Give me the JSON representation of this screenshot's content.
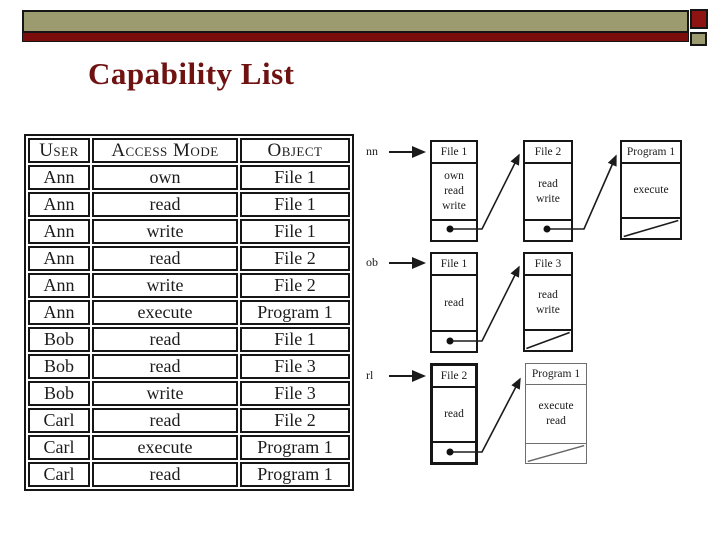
{
  "title": "Capability List",
  "colors": {
    "olive_bar": "#9b9b6f",
    "maroon_bar": "#7a0c0c",
    "accent_red_square": "#8e1313",
    "title_text": "#6e1212",
    "line_black": "#161616",
    "gray_box_border": "#6e6e6e"
  },
  "acl_table": {
    "columns": [
      "User",
      "Access Mode",
      "Object"
    ],
    "rows": [
      {
        "user": "Ann",
        "mode": "own",
        "object": "File 1"
      },
      {
        "user": "Ann",
        "mode": "read",
        "object": "File 1"
      },
      {
        "user": "Ann",
        "mode": "write",
        "object": "File 1"
      },
      {
        "user": "Ann",
        "mode": "read",
        "object": "File 2"
      },
      {
        "user": "Ann",
        "mode": "write",
        "object": "File 2"
      },
      {
        "user": "Ann",
        "mode": "execute",
        "object": "Program 1"
      },
      {
        "user": "Bob",
        "mode": "read",
        "object": "File 1"
      },
      {
        "user": "Bob",
        "mode": "read",
        "object": "File 3"
      },
      {
        "user": "Bob",
        "mode": "write",
        "object": "File 3"
      },
      {
        "user": "Carl",
        "mode": "read",
        "object": "File 2"
      },
      {
        "user": "Carl",
        "mode": "execute",
        "object": "Program 1"
      },
      {
        "user": "Carl",
        "mode": "read",
        "object": "Program 1"
      }
    ]
  },
  "diagram": {
    "rows": [
      {
        "label": "nn",
        "nodes": [
          {
            "title": "File 1",
            "perms": [
              "own",
              "read",
              "write"
            ],
            "links_to_next": true
          },
          {
            "title": "File 2",
            "perms": [
              "read",
              "write"
            ],
            "links_to_next": true
          },
          {
            "title": "Program 1",
            "perms": [
              "execute"
            ],
            "links_to_next": false
          }
        ]
      },
      {
        "label": "ob",
        "nodes": [
          {
            "title": "File 1",
            "perms": [
              "read"
            ],
            "links_to_next": true
          },
          {
            "title": "File 3",
            "perms": [
              "read",
              "write"
            ],
            "links_to_next": false
          }
        ]
      },
      {
        "label": "rl",
        "nodes": [
          {
            "title": "File 2",
            "perms": [
              "read"
            ],
            "links_to_next": true
          },
          {
            "title": "Program 1",
            "perms": [
              "execute",
              "read"
            ],
            "links_to_next": false
          }
        ]
      }
    ]
  }
}
